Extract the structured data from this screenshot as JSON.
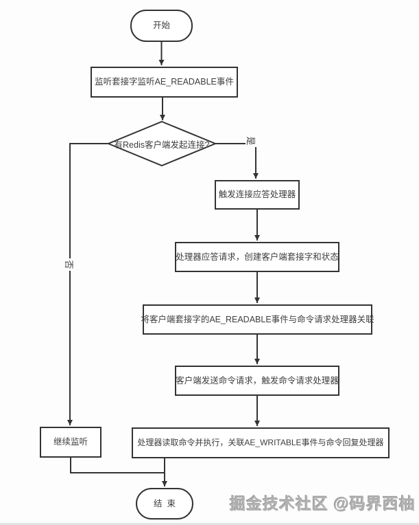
{
  "flowchart": {
    "nodes": {
      "start": "开始",
      "listen": "监听套接字监听AE_READABLE事件",
      "decision": "有Redis客户端发起连接?",
      "conn_handler": "触发连接应答处理器",
      "reply_create": "处理器应答请求，创建客户端套接字和状态",
      "associate_readable": "将客户端套接字的AE_READABLE事件与命令请求处理器关联",
      "send_command": "客户端发送命令请求，触发命令请求处理器",
      "execute_reply": "处理器读取命令并执行，关联AE_WRITABLE事件与命令回复处理器",
      "continue_listen": "继续监听",
      "end": "结束"
    },
    "edge_labels": {
      "yes": "是",
      "no": "否"
    },
    "colors": {
      "stroke": "#333333",
      "node_fill": "#ffffff",
      "text": "#3d3d3d",
      "background": "#fdfdfd",
      "watermark": "#b3b3b3"
    }
  },
  "watermark": {
    "text": "掘金技术社区 @码界西柚"
  }
}
